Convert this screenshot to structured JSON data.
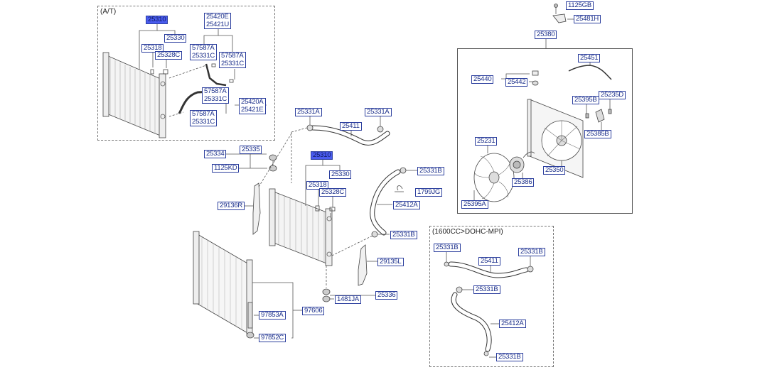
{
  "notes": {
    "at_box": "(A/T)",
    "dohc_box": "(1600CC>DOHC-MPI)"
  },
  "labels": {
    "p25310_top": "25310",
    "p25330_top": "25330",
    "p25318_top": "25318",
    "p25328c_top": "25328C",
    "p25420e_25421u_a": "25420E",
    "p25420e_25421u_b": "25421U",
    "p57587a_25331c_1a": "57587A",
    "p57587a_25331c_1b": "25331C",
    "p57587a_25331c_2a": "57587A",
    "p57587a_25331c_2b": "25331C",
    "p57587a_25331c_3a": "57587A",
    "p57587a_25331c_3b": "25331C",
    "p25420a_25421e_a": "25420A",
    "p25420a_25421e_b": "25421E",
    "p57587a_25331c_4a": "57587A",
    "p57587a_25331c_4b": "25331C",
    "p25331a_left": "25331A",
    "p25331a_right": "25331A",
    "p25411": "25411",
    "p25334": "25334",
    "p25335": "25335",
    "p1125kd": "1125KD",
    "p25310_mid": "25310",
    "p25330_mid": "25330",
    "p25318_mid": "25318",
    "p25328c_mid": "25328C",
    "p25331b_1": "25331B",
    "p1799jg": "1799JG",
    "p25412a": "25412A",
    "p29136r": "29136R",
    "p25331b_2": "25331B",
    "p29135l": "29135L",
    "p25336": "25336",
    "p1481ja": "1481JA",
    "p97853a": "97853A",
    "p97606": "97606",
    "p97852c": "97852C",
    "p1125gb": "1125GB",
    "p25481h": "25481H",
    "p25380": "25380",
    "p25451": "25451",
    "p25440": "25440",
    "p25442": "25442",
    "p25395b": "25395B",
    "p25235d": "25235D",
    "p25385b": "25385B",
    "p25231": "25231",
    "p25350": "25350",
    "p25386": "25386",
    "p25395a": "25395A",
    "d25331b_1": "25331B",
    "d25331b_2": "25331B",
    "d25411": "25411",
    "d25331b_3": "25331B",
    "d25412a": "25412A",
    "d25331b_4": "25331B"
  },
  "colors": {
    "label_border": "#2c3f9e",
    "label_text": "#1a2e8a",
    "highlight": "#4a5cf0",
    "line": "#555555"
  }
}
